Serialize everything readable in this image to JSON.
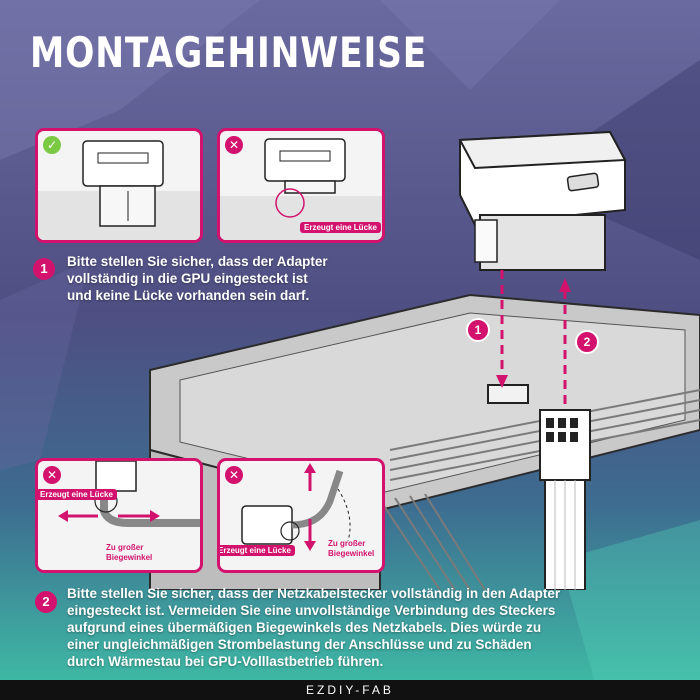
{
  "title": "MONTAGEHINWEISE",
  "brand": "EZDIY-FAB",
  "colors": {
    "accent": "#d2126d",
    "ok": "#7ac943",
    "bg_top": "#5d5c8f",
    "bg_bottom": "#3ebaa2"
  },
  "icons": {
    "ok": "checkmark-icon",
    "bad": "cross-icon",
    "arrows": "arrow-icon"
  },
  "panels": {
    "p1": {
      "status": "✓"
    },
    "p2": {
      "status": "✕",
      "tag": "Erzeugt eine Lücke"
    },
    "p3": {
      "status": "✕",
      "tag": "Erzeugt eine Lücke",
      "note": [
        "Zu großer",
        "Biegewinkel"
      ]
    },
    "p4": {
      "status": "✕",
      "tag": "Erzeugt eine Lücke",
      "note": [
        "Zu großer",
        "Biegewinkel"
      ]
    }
  },
  "steps": {
    "s1": {
      "num": "1",
      "lines": [
        "Bitte stellen Sie sicher, dass der Adapter",
        "vollständig in die GPU eingesteckt ist",
        "und keine Lücke vorhanden sein darf."
      ]
    },
    "s2": {
      "num": "2",
      "lines": [
        "Bitte stellen Sie sicher, dass der Netzkabelstecker vollständig in den Adapter",
        "eingesteckt ist. Vermeiden Sie eine unvollständige Verbindung des Steckers",
        "aufgrund eines übermäßigen Biegewinkels des Netzkabels. Dies würde zu",
        "einer ungleichmäßigen Strombelastung der Anschlüsse und zu Schäden",
        "durch Wärmestau bei GPU-Volllastbetrieb führen."
      ]
    }
  },
  "diagram": {
    "badge1": "1",
    "badge2": "2"
  }
}
